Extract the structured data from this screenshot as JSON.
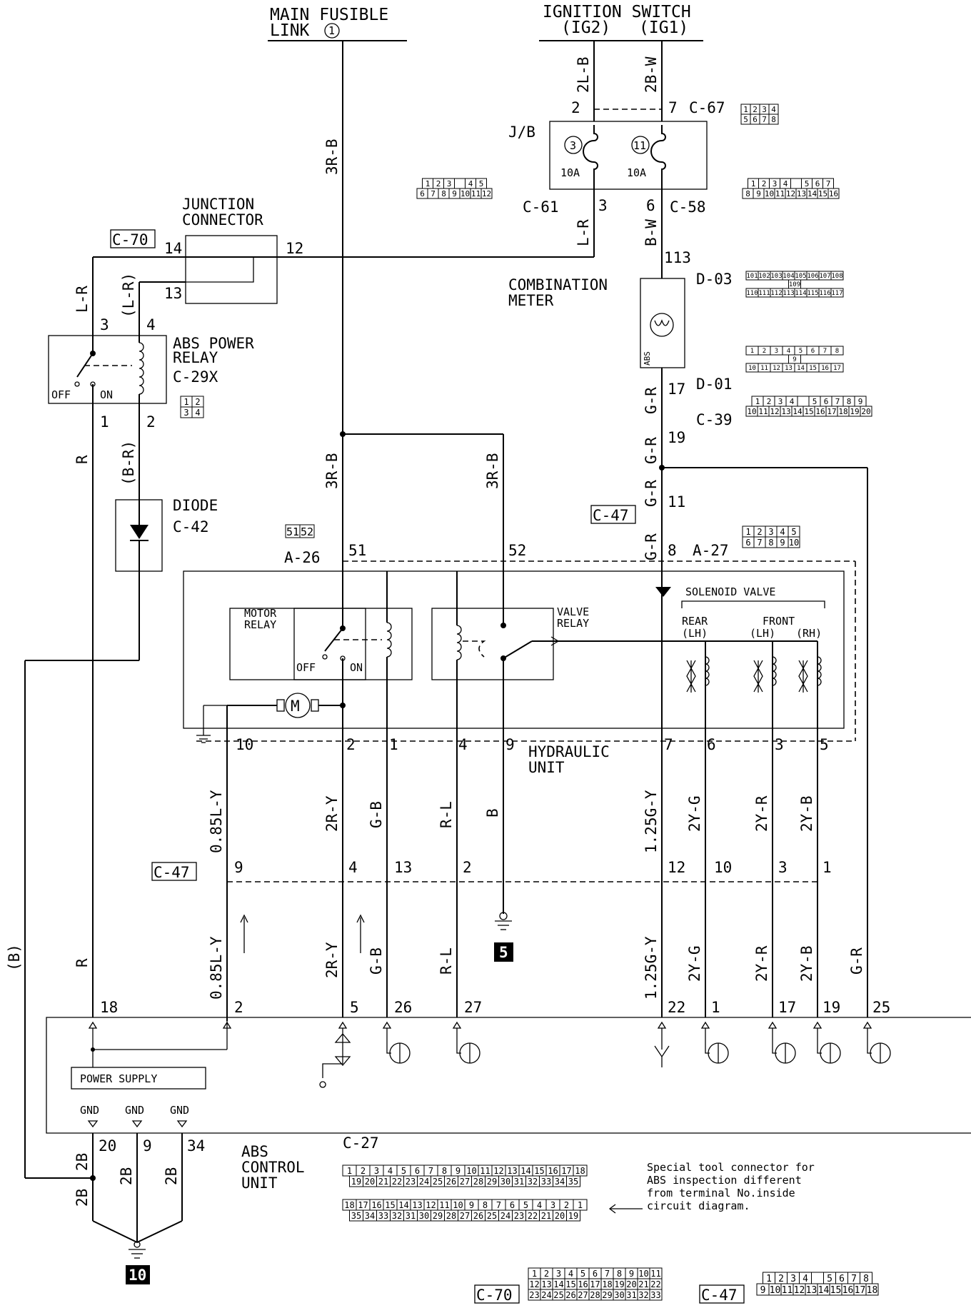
{
  "top": {
    "main_fusible_link": "MAIN FUSIBLE LINK",
    "main_fusible_link_line1": "MAIN FUSIBLE",
    "main_fusible_link_line2": "LINK",
    "fusible_num": "1",
    "ignition_switch": "IGNITION SWITCH",
    "ig2": "(IG2)",
    "ig1": "(IG1)"
  },
  "wires": {
    "w_2LB": "2L-B",
    "w_2BW": "2B-W",
    "w_3RB_top": "3R-B",
    "w_LR_c61": "L-R",
    "w_BW": "B-W",
    "w_LR_left": "L-R",
    "w_LR_paren": "(L-R)",
    "w_R_left": "R",
    "w_BR": "(B-R)",
    "w_3RB_mid1": "3R-B",
    "w_3RB_mid2": "3R-B",
    "w_GR_17": "G-R",
    "w_GR_19": "G-R",
    "w_GR_11": "G-R",
    "w_GR_8": "G-R",
    "w_B_left": "(B)",
    "w_085LY": "0.85L-Y",
    "w_2RY": "2R-Y",
    "w_GB": "G-B",
    "w_RL": "R-L",
    "w_B": "B",
    "w_125GY": "1.25G-Y",
    "w_2YG": "2Y-G",
    "w_2YR": "2Y-R",
    "w_2YB": "2Y-B",
    "w_R_lower": "R",
    "w_085LY_2": "0.85L-Y",
    "w_2RY_2": "2R-Y",
    "w_GB_2": "G-B",
    "w_RL_2": "R-L",
    "w_125GY_2": "1.25G-Y",
    "w_2YG_2": "2Y-G",
    "w_2YR_2": "2Y-R",
    "w_2YB_2": "2Y-B",
    "w_GR_lower": "G-R",
    "w_2B_a": "2B",
    "w_2B_b": "2B",
    "w_2B_c": "2B",
    "w_2B_d": "2B"
  },
  "components": {
    "jb": "J/B",
    "fuse3": "3",
    "fuse11": "11",
    "fuse_rating": "10A",
    "junction_connector": "JUNCTION CONNECTOR",
    "jc_line1": "JUNCTION",
    "jc_line2": "CONNECTOR",
    "combination_meter_line1": "COMBINATION",
    "combination_meter_line2": "METER",
    "abs_lamp": "ABS",
    "abs_power_relay_line1": "ABS POWER",
    "abs_power_relay_line2": "RELAY",
    "off": "OFF",
    "on": "ON",
    "diode": "DIODE",
    "motor_relay_line1": "MOTOR",
    "motor_relay_line2": "RELAY",
    "valve_relay_line1": "VALVE",
    "valve_relay_line2": "RELAY",
    "solenoid_valve": "SOLENOID VALVE",
    "rear": "REAR",
    "front": "FRONT",
    "lh": "(LH)",
    "rh": "(RH)",
    "hydraulic_unit_line1": "HYDRAULIC",
    "hydraulic_unit_line2": "UNIT",
    "motor": "M",
    "power_supply": "POWER SUPPLY",
    "gnd": "GND",
    "abs_control_unit_line1": "ABS",
    "abs_control_unit_line2": "CONTROL",
    "abs_control_unit_line3": "UNIT",
    "ground5": "5",
    "ground10": "10"
  },
  "connectors": {
    "c67": "C-67",
    "c61": "C-61",
    "c58": "C-58",
    "c70": "C-70",
    "d03": "D-03",
    "d01": "D-01",
    "c39": "C-39",
    "c29x": "C-29X",
    "c42": "C-42",
    "c47": "C-47",
    "a26": "A-26",
    "a27": "A-27",
    "c27": "C-27"
  },
  "note": {
    "line1": "Special tool connector for",
    "line2": "ABS inspection different",
    "line3": "from terminal No.inside",
    "line4": "circuit diagram."
  },
  "pins": {
    "p2": "2",
    "p7": "7",
    "p3": "3",
    "p6": "6",
    "p113": "113",
    "p17": "17",
    "p19": "19",
    "p11": "11",
    "p8": "8",
    "p14": "14",
    "p12": "12",
    "p13": "13",
    "r3": "3",
    "r4": "4",
    "r1": "1",
    "r2": "2",
    "p51": "51",
    "p52": "52",
    "h10": "10",
    "h2": "2",
    "h1": "1",
    "h4": "4",
    "h9": "9",
    "h7": "7",
    "h6": "6",
    "h3": "3",
    "h5": "5",
    "c9": "9",
    "c4": "4",
    "c13": "13",
    "c2": "2",
    "c12": "12",
    "c10": "10",
    "c3": "3",
    "c1": "1",
    "u18": "18",
    "u2": "2",
    "u5": "5",
    "u26": "26",
    "u27": "27",
    "u22": "22",
    "u1": "1",
    "u17": "17",
    "u19": "19",
    "u25": "25",
    "g20": "20",
    "g9": "9",
    "g34": "34"
  },
  "pinouts": {
    "c67": [
      [
        "1",
        "2",
        "3",
        "4"
      ],
      [
        "5",
        "6",
        "7",
        "8"
      ]
    ],
    "c61": [
      [
        "1",
        "2",
        "3",
        "",
        "4",
        "5"
      ],
      [
        "6",
        "7",
        "8",
        "9",
        "10",
        "11",
        "12"
      ]
    ],
    "c58": [
      [
        "1",
        "2",
        "3",
        "4",
        "",
        "5",
        "6",
        "7"
      ],
      [
        "8",
        "9",
        "10",
        "11",
        "12",
        "13",
        "14",
        "15",
        "16"
      ]
    ],
    "d03": [
      [
        "101",
        "102",
        "103",
        "104",
        "105",
        "106",
        "107",
        "108"
      ],
      [
        "109"
      ],
      [
        "110",
        "111",
        "112",
        "113",
        "114",
        "115",
        "116",
        "117"
      ]
    ],
    "d01": [
      [
        "1",
        "2",
        "3",
        "4",
        "5",
        "6",
        "7",
        "8"
      ],
      [
        "9"
      ],
      [
        "10",
        "11",
        "12",
        "13",
        "14",
        "15",
        "16",
        "17"
      ]
    ],
    "c39": [
      [
        "1",
        "2",
        "3",
        "4",
        "",
        "5",
        "6",
        "7",
        "8",
        "9"
      ],
      [
        "10",
        "11",
        "12",
        "13",
        "14",
        "15",
        "16",
        "17",
        "18",
        "19",
        "20"
      ]
    ],
    "c29x": [
      [
        "1",
        "2"
      ],
      [
        "3",
        "4"
      ]
    ],
    "a26": [
      [
        "51",
        "52"
      ]
    ],
    "a27": [
      [
        "1",
        "2",
        "3",
        "4",
        "5"
      ],
      [
        "6",
        "7",
        "8",
        "9",
        "10"
      ]
    ],
    "c27_top": [
      [
        "1",
        "2",
        "3",
        "4",
        "5",
        "6",
        "7",
        "8",
        "9",
        "10",
        "11",
        "12",
        "13",
        "14",
        "15",
        "16",
        "17",
        "18"
      ],
      [
        "19",
        "20",
        "21",
        "22",
        "23",
        "24",
        "25",
        "26",
        "27",
        "28",
        "29",
        "30",
        "31",
        "32",
        "33",
        "34",
        "35"
      ]
    ],
    "c27_bottom": [
      [
        "18",
        "17",
        "16",
        "15",
        "14",
        "13",
        "12",
        "11",
        "10",
        "9",
        "8",
        "7",
        "6",
        "5",
        "4",
        "3",
        "2",
        "1"
      ],
      [
        "35",
        "34",
        "33",
        "32",
        "31",
        "30",
        "29",
        "28",
        "27",
        "26",
        "25",
        "24",
        "23",
        "22",
        "21",
        "20",
        "19"
      ]
    ],
    "c70": [
      [
        "1",
        "2",
        "3",
        "4",
        "5",
        "6",
        "7",
        "8",
        "9",
        "10",
        "11"
      ],
      [
        "12",
        "13",
        "14",
        "15",
        "16",
        "17",
        "18",
        "19",
        "20",
        "21",
        "22"
      ],
      [
        "23",
        "24",
        "25",
        "26",
        "27",
        "28",
        "29",
        "30",
        "31",
        "32",
        "33"
      ]
    ],
    "c47": [
      [
        "1",
        "2",
        "3",
        "4",
        "",
        "5",
        "6",
        "7",
        "8"
      ],
      [
        "9",
        "10",
        "11",
        "12",
        "13",
        "14",
        "15",
        "16",
        "17",
        "18"
      ]
    ]
  }
}
